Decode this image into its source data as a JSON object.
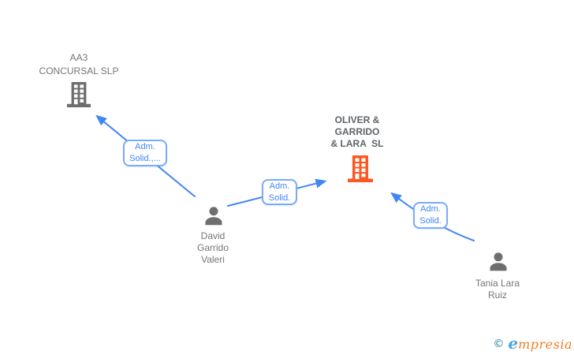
{
  "diagram": {
    "type": "corporate-relationship-graph",
    "nodes": {
      "aa3": {
        "name": "AA3\nCONCURSAL SLP",
        "kind": "company",
        "icon": "building-icon",
        "color": "#6E6E6E",
        "highlighted": false
      },
      "oliver": {
        "name": "OLIVER &\nGARRIDO\n& LARA  SL",
        "kind": "company",
        "icon": "building-icon",
        "color": "#FF5722",
        "highlighted": true
      },
      "david": {
        "name": "David\nGarrido\nValeri",
        "kind": "person",
        "icon": "person-icon",
        "color": "#6E6E6E"
      },
      "tania": {
        "name": "Tania Lara\nRuiz",
        "kind": "person",
        "icon": "person-icon",
        "color": "#6E6E6E"
      }
    },
    "edges": [
      {
        "from": "david",
        "to": "aa3",
        "label": "Adm.\nSolid.,..."
      },
      {
        "from": "david",
        "to": "oliver",
        "label": "Adm.\nSolid."
      },
      {
        "from": "tania",
        "to": "oliver",
        "label": "Adm.\nSolid."
      }
    ],
    "colors": {
      "arrow_blue": "#4285F4",
      "label_border_blue": "#7BAAF7",
      "text_gray": "#757575",
      "highlight_text_gray": "#5F6368",
      "icon_gray": "#6E6E6E",
      "highlight_orange": "#FF5722",
      "background": "#FFFFFF"
    }
  },
  "watermark": {
    "copyright": "©",
    "brand_e": "e",
    "brand_rest": "mpresia",
    "colors": {
      "copyright": "#2B7F99",
      "e": "#49A8D8",
      "rest": "#EF8020"
    }
  }
}
